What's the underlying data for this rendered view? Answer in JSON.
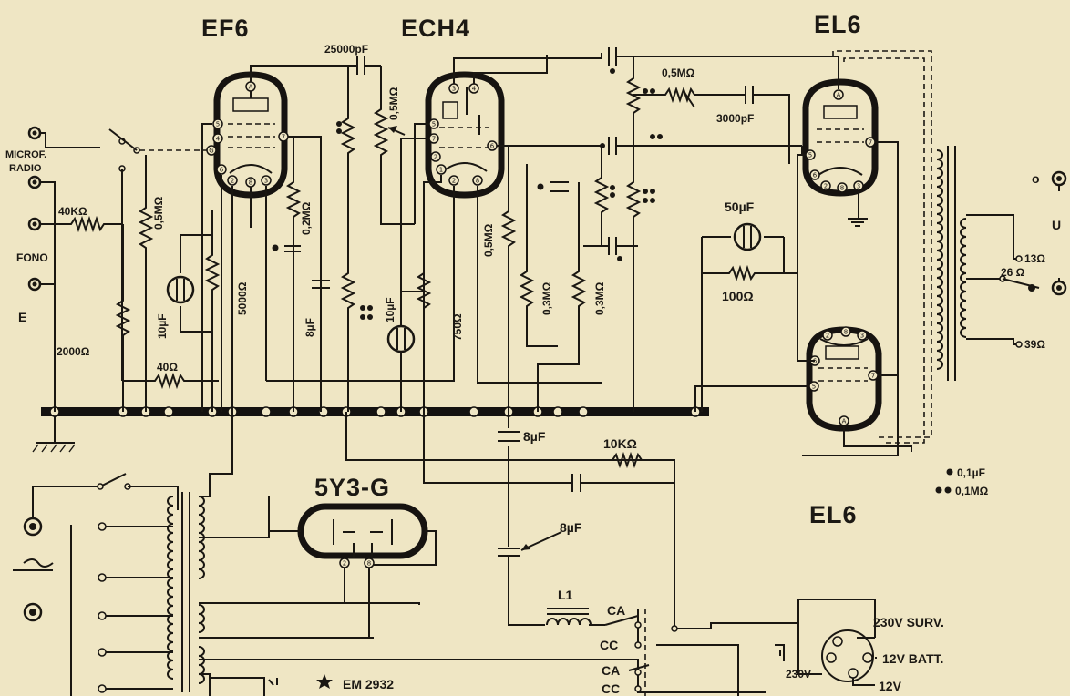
{
  "tubes": {
    "ef6": "EF6",
    "ech4": "ECH4",
    "el6_top": "EL6",
    "el6_bottom": "EL6",
    "rectifier": "5Y3-G"
  },
  "inputs": {
    "microf": "MICROF.",
    "radio": "RADIO",
    "fono": "FONO",
    "earth": "E"
  },
  "components": {
    "c_25000": "25000pF",
    "r_0_5m_top": "0,5MΩ",
    "c_3000": "3000pF",
    "r_0_5m_vol": "0,5MΩ",
    "r_40k": "40KΩ",
    "r_0_5m_grid": "0,5MΩ",
    "r_2000": "2000Ω",
    "c_10u_a": "10µF",
    "r_5000": "5000Ω",
    "r_0_2m": "0,2MΩ",
    "c_8u_a": "8µF",
    "c_10u_b": "10µF",
    "r_750": "750Ω",
    "r_0_5m_c": "0,5MΩ",
    "r_0_3m_a": "0,3MΩ",
    "r_0_3m_b": "0,3MΩ",
    "r_40": "40Ω",
    "c_50u": "50µF",
    "r_100": "100Ω",
    "c_8u_b": "8µF",
    "r_10k": "10KΩ",
    "c_8u_c": "8µF",
    "choke": "L1"
  },
  "output": {
    "o": "o",
    "u": "U",
    "tap_13": "13Ω",
    "tap_26": "26 Ω",
    "tap_39": "39Ω"
  },
  "legend": {
    "single_dot": "0,1µF",
    "double_dot": "0,1MΩ"
  },
  "power": {
    "ca1": "CA",
    "cc1": "CC",
    "ca2": "CA",
    "cc2": "CC",
    "surv": "230V SURV.",
    "batt": "12V BATT.",
    "v230": "230V",
    "v12": "12V"
  },
  "footer": {
    "code": "EM 2932"
  }
}
